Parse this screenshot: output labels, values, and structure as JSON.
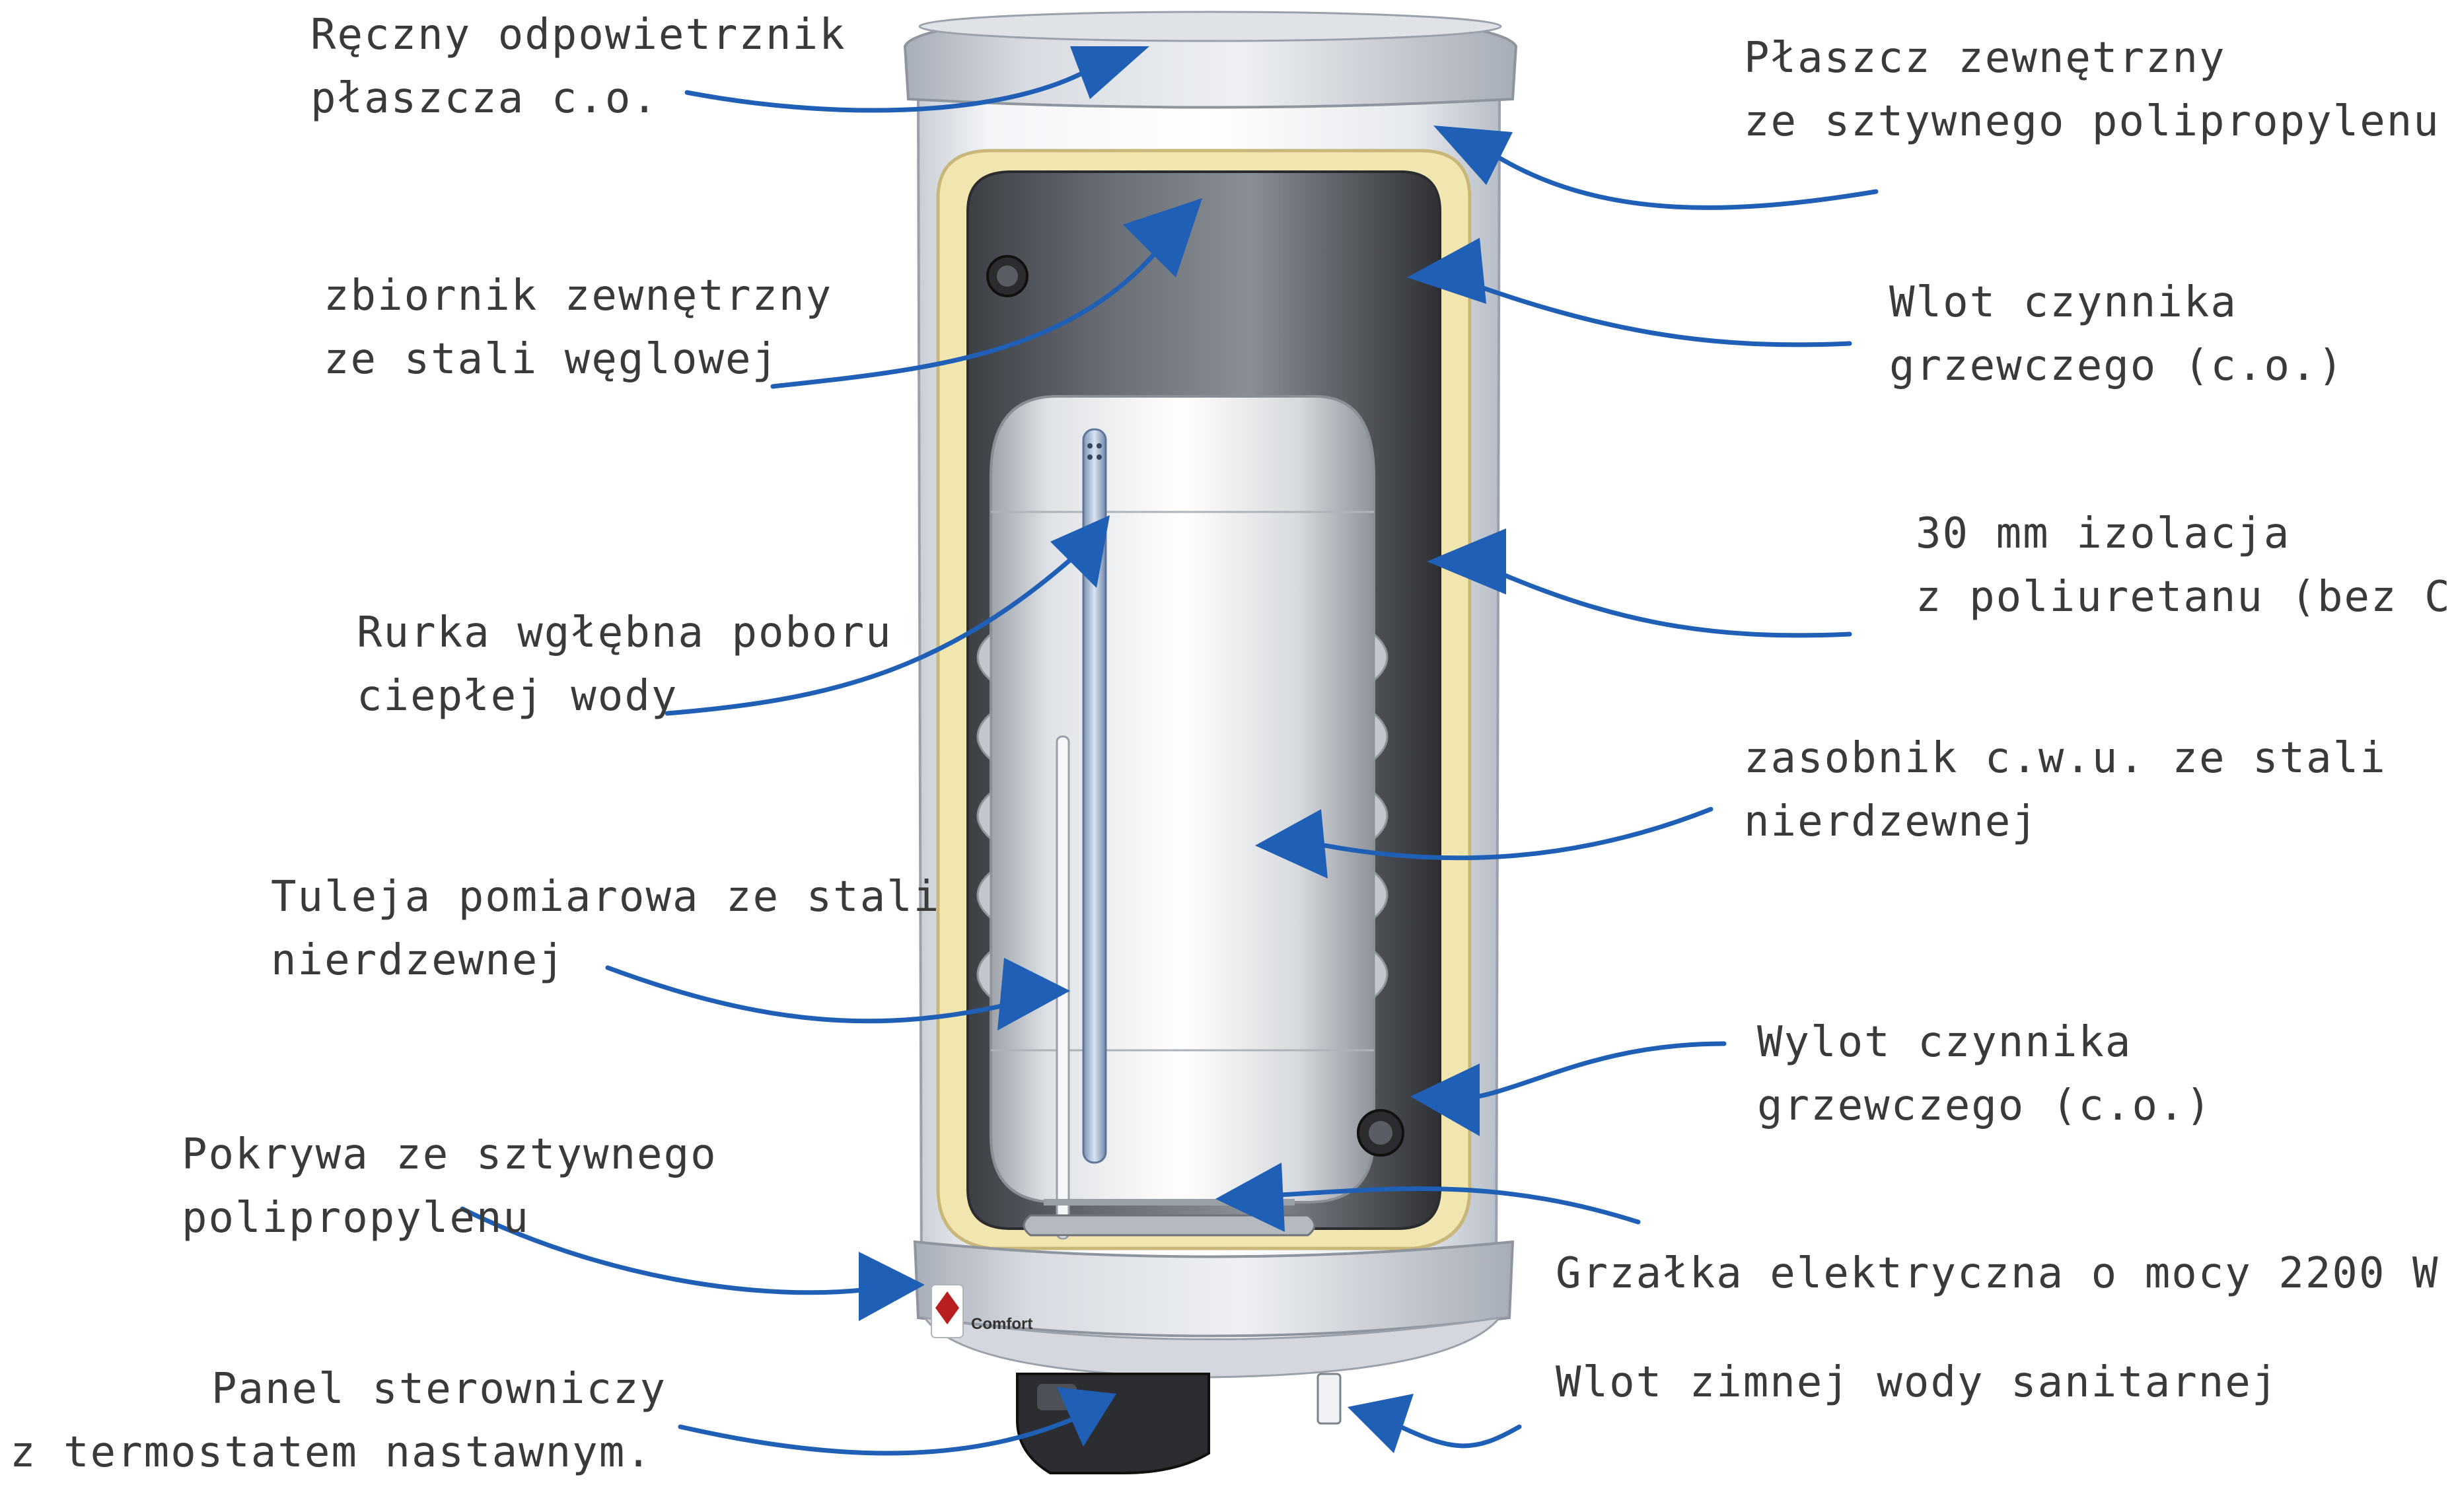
{
  "colors": {
    "arrow": "#1f5fb5",
    "text": "#3a3a3a",
    "insulation": "#f2e6b0",
    "shell": "#e9edf2",
    "tank": "#f4f6f8",
    "brand_red": "#b91e1e"
  },
  "product": {
    "brand": "Comfort"
  },
  "labels": {
    "vent": {
      "line1": "Ręczny odpowietrznik",
      "line2": "płaszcza c.o."
    },
    "outer_shell": {
      "line1": "Płaszcz zewnętrzny",
      "line2": "ze sztywnego polipropylenu"
    },
    "outer_tank": {
      "line1": "zbiornik zewnętrzny",
      "line2": "ze stali węglowej"
    },
    "heating_inlet": {
      "line1": "Wlot czynnika",
      "line2": "grzewczego (c.o.)"
    },
    "insulation": {
      "line1": "30 mm izolacja",
      "line2": "z poliuretanu (bez CFC)"
    },
    "dip_tube": {
      "line1": "Rurka wgłębna poboru",
      "line2": "ciepłej wody"
    },
    "dhw_tank": {
      "line1": "zasobnik c.w.u. ze stali",
      "line2": "nierdzewnej"
    },
    "sensor_sleeve": {
      "line1": "Tuleja pomiarowa ze stali",
      "line2": "nierdzewnej"
    },
    "heating_outlet": {
      "line1": "Wylot czynnika",
      "line2": "grzewczego (c.o.)"
    },
    "cover": {
      "line1": "Pokrywa ze sztywnego",
      "line2": "polipropylenu"
    },
    "heater": {
      "line1": "Grzałka elektryczna o mocy 2200 W"
    },
    "control_panel": {
      "line1": "Panel sterowniczy",
      "line2": "z termostatem nastawnym."
    },
    "cold_inlet": {
      "line1": "Wlot zimnej wody sanitarnej"
    }
  }
}
